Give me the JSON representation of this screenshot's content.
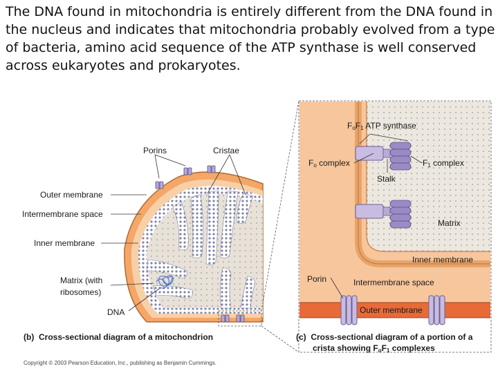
{
  "intro_text": "The DNA found in mitochondria is entirely different from the DNA found in the nucleus and indicates that mitochondria probably evolved from a type of bacteria, amino acid sequence of the ATP synthase is well conserved across eukaryotes and prokaryotes.",
  "figure_b": {
    "labels": {
      "porins": "Porins",
      "cristae": "Cristae",
      "outer_membrane": "Outer membrane",
      "intermembrane_space": "Intermembrane space",
      "inner_membrane": "Inner membrane",
      "matrix_line1": "Matrix (with",
      "matrix_line2": "ribosomes)",
      "dna": "DNA"
    },
    "caption_letter": "(b)",
    "caption": "Cross-sectional diagram of a mitochondrion"
  },
  "figure_c": {
    "labels": {
      "atp_synthase_pre": "F",
      "atp_synthase_sub_o": "o",
      "atp_synthase_mid": "F",
      "atp_synthase_sub_1": "1",
      "atp_synthase_post": " ATP synthase",
      "fo_complex_main": "F",
      "fo_complex_sub": "o",
      "fo_complex_post": " complex",
      "f1_complex_main": "F",
      "f1_complex_sub": "1",
      "f1_complex_post": " complex",
      "stalk": "Stalk",
      "matrix": "Matrix",
      "inner_membrane": "Inner membrane",
      "porin": "Porin",
      "intermembrane_space": "Intermembrane space",
      "outer_membrane": "Outer membrane"
    },
    "caption_letter": "(c)",
    "caption_line1": "Cross-sectional diagram of a portion of a",
    "caption_line2_pre": "crista showing F",
    "caption_line2_sub_o": "o",
    "caption_line2_mid": "F",
    "caption_line2_sub_1": "1",
    "caption_line2_post": " complexes"
  },
  "copyright": "Copyright © 2003 Pearson Education, Inc., publishing as Benjamin Cummings.",
  "colors": {
    "outer_membrane": "#f0a060",
    "matrix": "#e9e4dc",
    "membrane_dots": "#7a7a9a",
    "atp_synthase": "#a896c8",
    "outer_band": "#e86a38",
    "panel_peach": "#f6c9a1",
    "dna": "#5577cc"
  }
}
